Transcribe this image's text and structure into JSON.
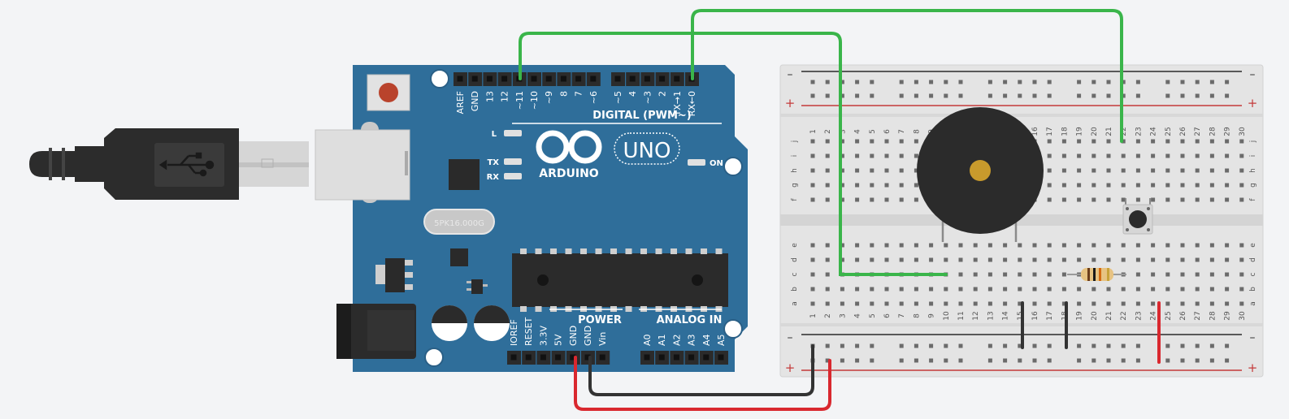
{
  "board": {
    "model": "UNO",
    "brand": "ARDUINO",
    "digital_header": "DIGITAL (PWM~)",
    "digital_pins": [
      "AREF",
      "GND",
      "13",
      "12",
      "~11",
      "~10",
      "~9",
      "8",
      "7",
      "~6",
      "~5",
      "4",
      "~3",
      "2",
      "TX→1",
      "RX←0"
    ],
    "power_header": "POWER",
    "power_pins": [
      "IOREF",
      "RESET",
      "3.3V",
      "5V",
      "GND",
      "GND",
      "Vin"
    ],
    "analog_header": "ANALOG IN",
    "analog_pins": [
      "A0",
      "A1",
      "A2",
      "A3",
      "A4",
      "A5"
    ],
    "led_labels": {
      "l": "L",
      "tx": "TX",
      "rx": "RX",
      "on": "ON"
    },
    "crystal": "5PK16.000G"
  },
  "breadboard": {
    "columns": 30,
    "rows_top": [
      "j",
      "i",
      "h",
      "g",
      "f"
    ],
    "rows_bottom": [
      "e",
      "d",
      "c",
      "b",
      "a"
    ],
    "rail_minus": "–",
    "rail_plus": "+"
  },
  "colors": {
    "board": "#2f6e9a",
    "wire_green": "#3ab54a",
    "wire_red": "#d9282f",
    "wire_black": "#333333"
  },
  "components": [
    "usb-cable",
    "arduino-uno",
    "breadboard",
    "piezo-buzzer",
    "pushbutton",
    "resistor"
  ]
}
